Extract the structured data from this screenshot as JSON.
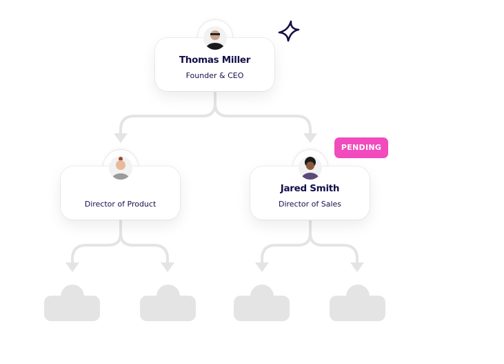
{
  "badge": {
    "label": "PENDING",
    "color": "#f14bbd"
  },
  "nodes": {
    "ceo": {
      "name": "Thomas Miller",
      "role": "Founder & CEO",
      "avatar_icon": "person-avatar"
    },
    "product": {
      "name": "",
      "role": "Director of Product",
      "avatar_icon": "person-avatar"
    },
    "sales": {
      "name": "Jared Smith",
      "role": "Director of Sales",
      "avatar_icon": "person-avatar"
    }
  },
  "colors": {
    "text": "#140f4a",
    "connector": "#e4e4e4",
    "placeholder": "#e4e4e4"
  }
}
